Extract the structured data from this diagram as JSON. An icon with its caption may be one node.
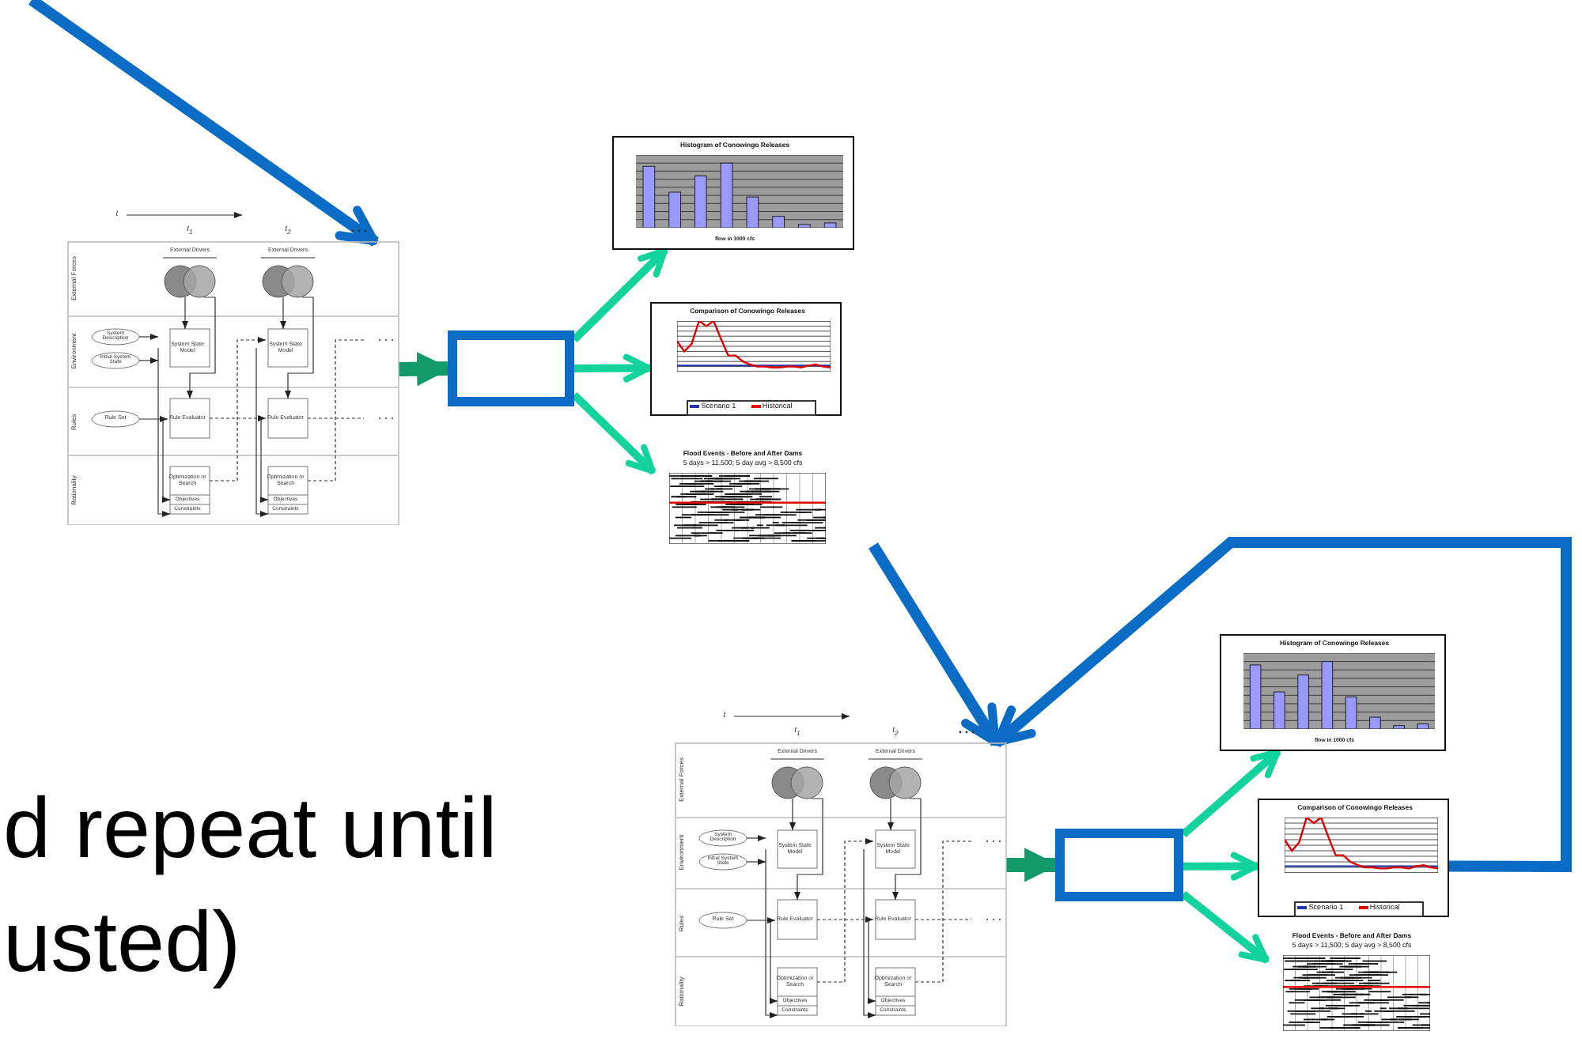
{
  "diagram": {
    "nodes": [
      {
        "text": [
          "t",
          "t$_{1}$",
          "t$_{2}$",
          "External Forces",
          "Environment",
          "Rules",
          "Rationality",
          "External Drivers",
          "External Drivers",
          "System Description",
          "Initial System State",
          "System State Model",
          "System State Model",
          "Rule Set",
          "Rule Evaluator",
          "Rule Evaluator",
          "Optimization or Search",
          "Optimization or Search",
          "Objectives",
          "Objectives",
          "Constraints",
          "Constraints"
        ]
      },
      {
        "text": [],
        "shape": "box"
      },
      {
        "text": [
          "Histogram of Conowingo Releases",
          "flow in 1000 cfs"
        ]
      },
      {
        "text": [
          "Comparison of Conowingo Releases",
          "Scenario 1",
          "Historical"
        ]
      },
      {
        "text": [
          "Flood Events - Before and After Dams",
          "5 days > 11,500; 5 day avg > 8,500 cfs"
        ]
      },
      {
        "text": [
          "t",
          "t$_{1}$",
          "t$_{2}$",
          "External Forces",
          "Environment",
          "Rules",
          "Rationality",
          "External Drivers",
          "External Drivers",
          "System Description",
          "Initial System State",
          "System State Model",
          "System State Model",
          "Rule Set",
          "Rule Evaluator",
          "Rule Evaluator",
          "Optimization or Search",
          "Optimization or Search",
          "Objectives",
          "Objectives",
          "Constraints",
          "Constraints"
        ]
      },
      {
        "text": [],
        "shape": "box"
      },
      {
        "text": [
          "Histogram of Conowingo Releases",
          "flow in 1000 cfs"
        ]
      },
      {
        "text": [
          "Comparison of Conowingo Releases",
          "Scenario 1",
          "Historical"
        ]
      },
      {
        "text": [
          "Flood Events - Before and After Dams",
          "5 days > 11,500; 5 day avg > 8,500 cfs"
        ]
      }
    ],
    "edges": [
      {
        "from": null,
        "to": 0,
        "arrow": "to",
        "color": "#0a6cc4"
      },
      {
        "from": 0,
        "to": 1,
        "arrow": "to",
        "style": "thick",
        "color": "#139a6a"
      },
      {
        "from": 1,
        "to": 2,
        "arrow": "to"
      },
      {
        "from": 1,
        "to": 3,
        "arrow": "to"
      },
      {
        "from": 1,
        "to": 4,
        "arrow": "to"
      },
      {
        "from": null,
        "to": 5,
        "arrow": "to",
        "color": "#0a6cc4"
      },
      {
        "from": 5,
        "to": 6,
        "arrow": "to",
        "style": "thick",
        "color": "#139a6a"
      },
      {
        "from": 6,
        "to": 7,
        "arrow": "to"
      },
      {
        "from": 6,
        "to": 8,
        "arrow": "to"
      },
      {
        "from": 6,
        "to": 9,
        "arrow": "to"
      },
      {
        "from": 8,
        "to": 5,
        "arrow": "to",
        "color": "#0a6cc4"
      }
    ],
    "labels": [
      "d repeat until usted)"
    ]
  }
}
